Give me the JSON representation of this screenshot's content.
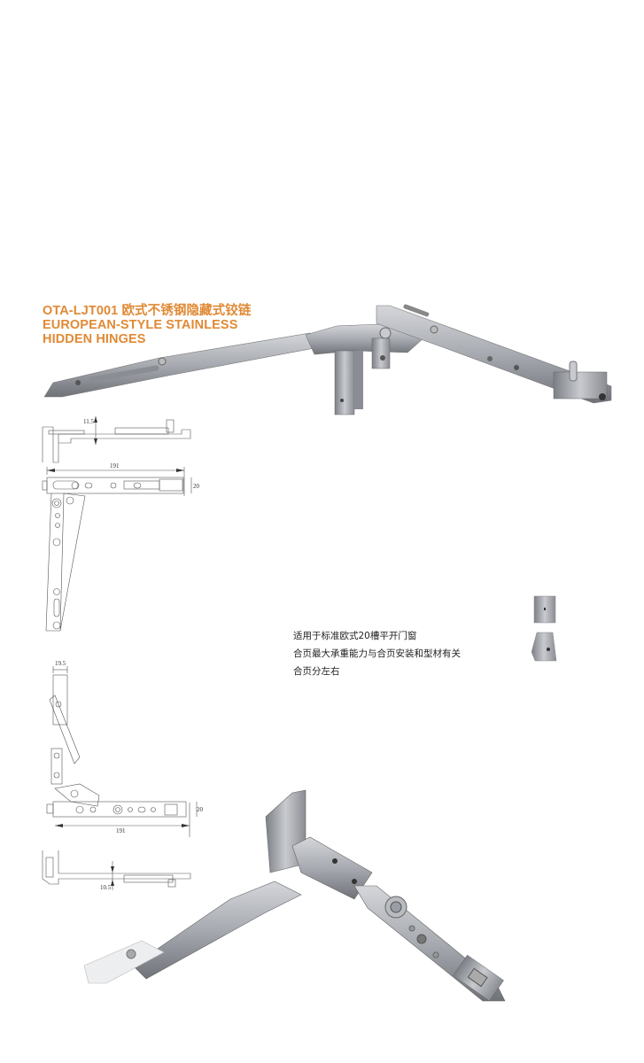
{
  "product": {
    "model": "OTA-LJT001",
    "name_cn": "欧式不锈钢隐藏式铰链",
    "title_line1": "OTA-LJT001  欧式不锈钢隐藏式铰链",
    "title_line2": "EUROPEAN-STYLE STAINLESS",
    "title_line3": "HIDDEN HINGES",
    "accent_color": "#e08a35"
  },
  "notes": [
    "适用于标准欧式20槽平开门窗",
    "合页最大承重能力与合页安装和型材有关",
    "合页分左右"
  ],
  "drawings": {
    "top": {
      "height_dim": "11.5",
      "length_dim": "191",
      "width_dim": "20"
    },
    "bottom": {
      "width_dim": "19.5",
      "length_dim": "191",
      "height_dim": "20",
      "thickness_dim": "10.5"
    }
  },
  "images": {
    "top_photo": "stainless-hidden-hinge-open-view",
    "bottom_photo": "stainless-hidden-hinge-angle-view",
    "detail_thumbnails": [
      "hinge-block-front",
      "hinge-block-side"
    ]
  }
}
